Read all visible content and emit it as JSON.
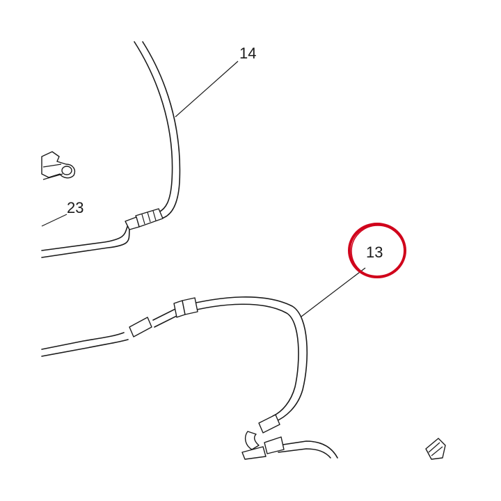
{
  "callouts": {
    "c14": "14",
    "c23": "23",
    "c13": "13"
  },
  "colors": {
    "line": "#1a1a1a",
    "highlight": "#d0021b",
    "background": "#ffffff"
  },
  "highlighted_callout": "13"
}
